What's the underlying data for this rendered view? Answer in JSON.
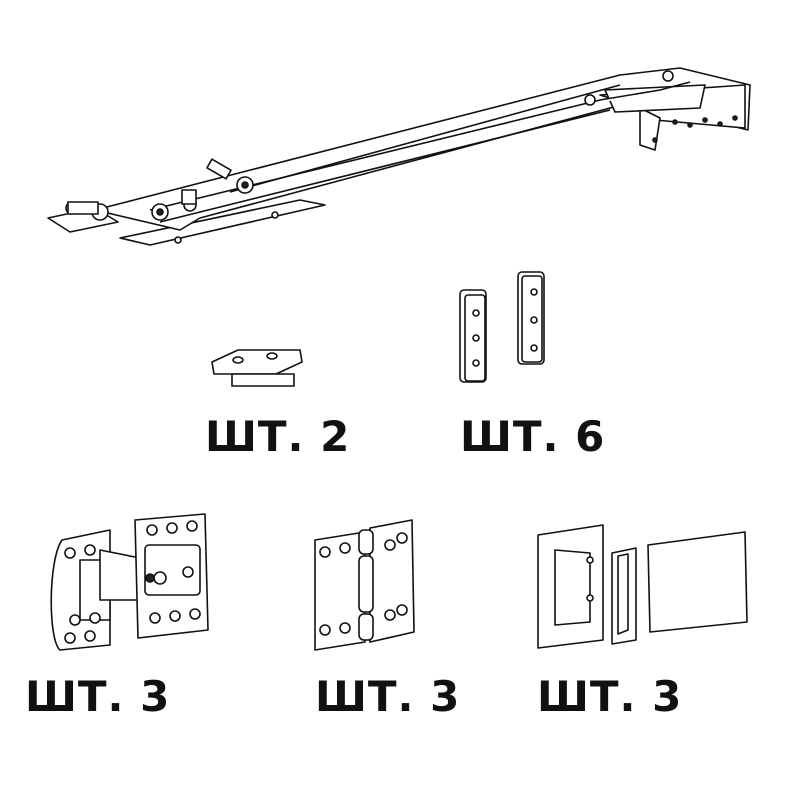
{
  "parts": [
    {
      "id": "mechanism-arm",
      "label": ""
    },
    {
      "id": "bracket",
      "label": "ШТ. 2"
    },
    {
      "id": "spacer-strip",
      "label": "ШТ. 6"
    },
    {
      "id": "concealed-hinge",
      "label": "ШТ. 3"
    },
    {
      "id": "butt-hinge",
      "label": "ШТ. 3"
    },
    {
      "id": "cover-plate-set",
      "label": "ШТ. 3"
    }
  ]
}
